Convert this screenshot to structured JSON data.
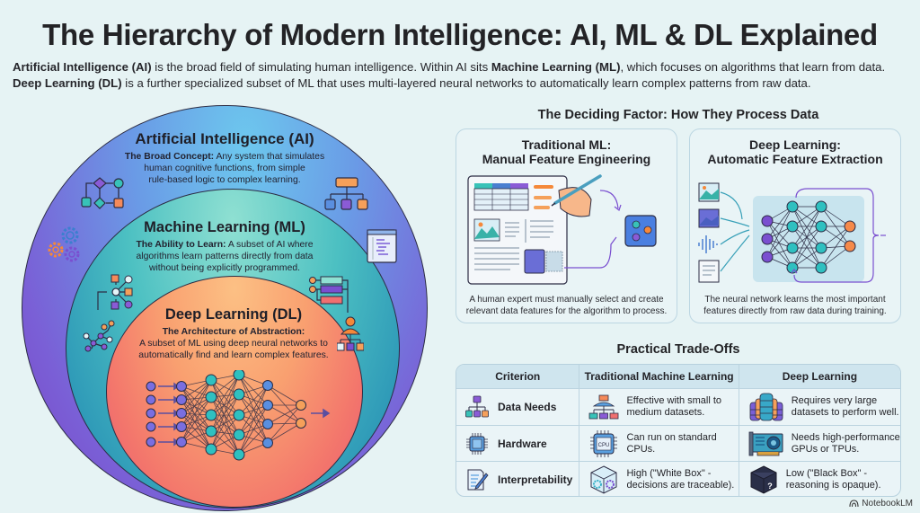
{
  "header": {
    "title": "The Hierarchy of Modern Intelligence: AI, ML & DL Explained",
    "intro_line1_parts": [
      {
        "text": "Artificial Intelligence (AI)",
        "bold": true
      },
      {
        "text": " is the broad field of simulating human intelligence. Within AI sits ",
        "bold": false
      },
      {
        "text": "Machine Learning (ML)",
        "bold": true
      },
      {
        "text": ", which focuses on algorithms that learn from data.",
        "bold": false
      }
    ],
    "intro_line2_parts": [
      {
        "text": "Deep Learning (DL)",
        "bold": true
      },
      {
        "text": " is a further specialized subset of ML that uses multi-layered neural networks to automatically learn complex patterns from raw data.",
        "bold": false
      }
    ]
  },
  "hierarchy": {
    "ai": {
      "title": "Artificial Intelligence (AI)",
      "lead": "The Broad Concept:",
      "desc_line1": " Any system that simulates",
      "desc_line2": "human cognitive functions, from simple",
      "desc_line3": "rule-based logic to complex learning.",
      "color": "#6a8fe4"
    },
    "ml": {
      "title": "Machine Learning (ML)",
      "lead": "The Ability to Learn:",
      "desc_line1": " A subset of AI where",
      "desc_line2": "algorithms learn patterns directly from data",
      "desc_line3": "without being explicitly programmed.",
      "color": "#4cc0c2"
    },
    "dl": {
      "title": "Deep Learning (DL)",
      "lead": "The Architecture of Abstraction:",
      "desc_line1": "A subset of ML using deep neural networks to",
      "desc_line2": "automatically find and learn complex features.",
      "color": "#f69070"
    }
  },
  "deciding_factor": {
    "title": "The Deciding Factor: How They Process Data",
    "traditional": {
      "title_line1": "Traditional ML:",
      "title_line2": "Manual Feature Engineering",
      "desc_line1": "A human expert must manually select and create",
      "desc_line2": "relevant data features for the algorithm to process."
    },
    "deep": {
      "title_line1": "Deep Learning:",
      "title_line2": "Automatic Feature Extraction",
      "desc_line1": "The neural network learns the most important",
      "desc_line2": "features directly from raw data during training."
    }
  },
  "tradeoffs": {
    "title": "Practical Trade-Offs",
    "columns": [
      "Criterion",
      "Traditional Machine Learning",
      "Deep Learning"
    ],
    "rows": [
      {
        "criterion": "Data Needs",
        "criterion_icon": "hierarchy-icon",
        "traditional_line1": "Effective with small to",
        "traditional_line2": "medium datasets.",
        "traditional_icon": "small-org-chart-icon",
        "deep_line1": "Requires very large",
        "deep_line2": "datasets to perform well.",
        "deep_icon": "database-stack-icon"
      },
      {
        "criterion": "Hardware",
        "criterion_icon": "chip-icon",
        "traditional_line1": "Can run on standard",
        "traditional_line2": "CPUs.",
        "traditional_icon": "cpu-icon",
        "deep_line1": "Needs high-performance",
        "deep_line2": "GPUs or TPUs.",
        "deep_icon": "gpu-card-icon"
      },
      {
        "criterion": "Interpretability",
        "criterion_icon": "document-edit-icon",
        "traditional_line1": "High (\"White Box\" -",
        "traditional_line2": "decisions are traceable).",
        "traditional_icon": "white-box-icon",
        "deep_line1": "Low (\"Black Box\" -",
        "deep_line2": "reasoning is opaque).",
        "deep_icon": "black-box-icon"
      }
    ],
    "cpu_label": "CPU",
    "black_box_glyph": "?"
  },
  "footer": {
    "brand": "NotebookLM"
  }
}
